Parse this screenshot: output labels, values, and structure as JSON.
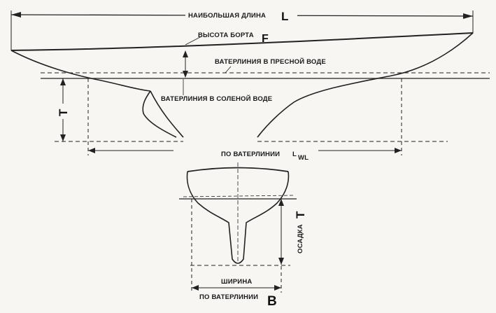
{
  "labels": {
    "loa": "НАИБОЛЬШАЯ ДЛИНА",
    "loa_symbol": "L",
    "freeboard": "ВЫСОТА БОРТА",
    "freeboard_symbol": "F",
    "fresh_waterline": "ВАТЕРЛИНИЯ В ПРЕСНОЙ ВОДЕ",
    "salt_waterline": "ВАТЕРЛИНИЯ В СОЛЕНОЙ ВОДЕ",
    "draft_symbol_side": "T",
    "lwl": "ПО ВАТЕРЛИНИИ",
    "lwl_symbol": "L",
    "lwl_subscript": "WL",
    "draft_word": "ОСАДКА",
    "draft_symbol_section": "T",
    "beam_word": "ШИРИНА",
    "beam_at_waterline": "ПО ВАТЕРЛИНИИ",
    "beam_symbol": "B"
  },
  "colors": {
    "ink": "#222222",
    "paper": "#f7f6f3"
  }
}
